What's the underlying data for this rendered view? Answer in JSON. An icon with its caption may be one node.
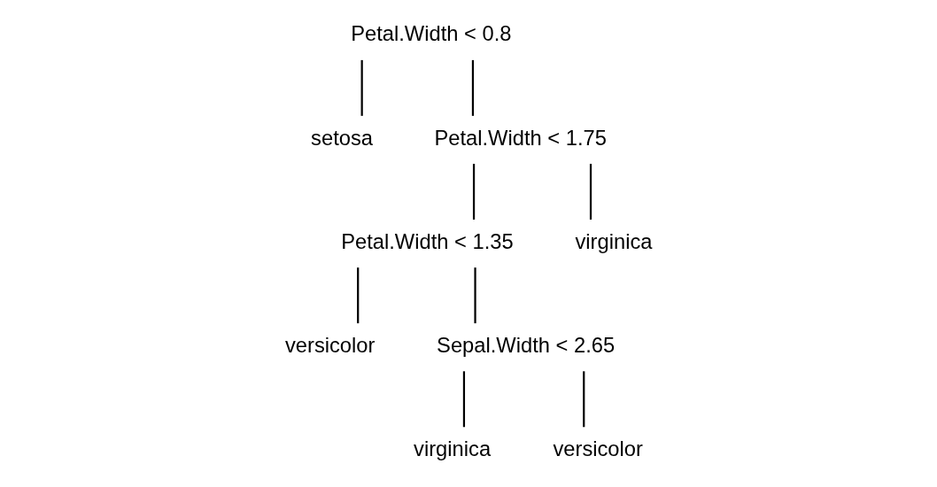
{
  "diagram": {
    "nodes": [
      {
        "text": [
          "Petal.Width < 0.8"
        ]
      },
      {
        "text": [
          "setosa"
        ]
      },
      {
        "text": [
          "Petal.Width < 1.75"
        ]
      },
      {
        "text": [
          "Petal.Width < 1.35"
        ]
      },
      {
        "text": [
          "versicolor"
        ]
      },
      {
        "text": [
          "Sepal.Width < 2.65"
        ]
      },
      {
        "text": [
          "virginica"
        ]
      },
      {
        "text": [
          "versicolor"
        ]
      },
      {
        "text": [
          "virginica"
        ]
      }
    ],
    "edges": [
      {
        "from": 0,
        "to": 1,
        "arrow": "none"
      },
      {
        "from": 0,
        "to": 2,
        "arrow": "none"
      },
      {
        "from": 2,
        "to": 3,
        "arrow": "none"
      },
      {
        "from": 2,
        "to": 8,
        "arrow": "none"
      },
      {
        "from": 3,
        "to": 4,
        "arrow": "none"
      },
      {
        "from": 3,
        "to": 5,
        "arrow": "none"
      },
      {
        "from": 5,
        "to": 6,
        "arrow": "none"
      },
      {
        "from": 5,
        "to": 7,
        "arrow": "none"
      }
    ]
  }
}
